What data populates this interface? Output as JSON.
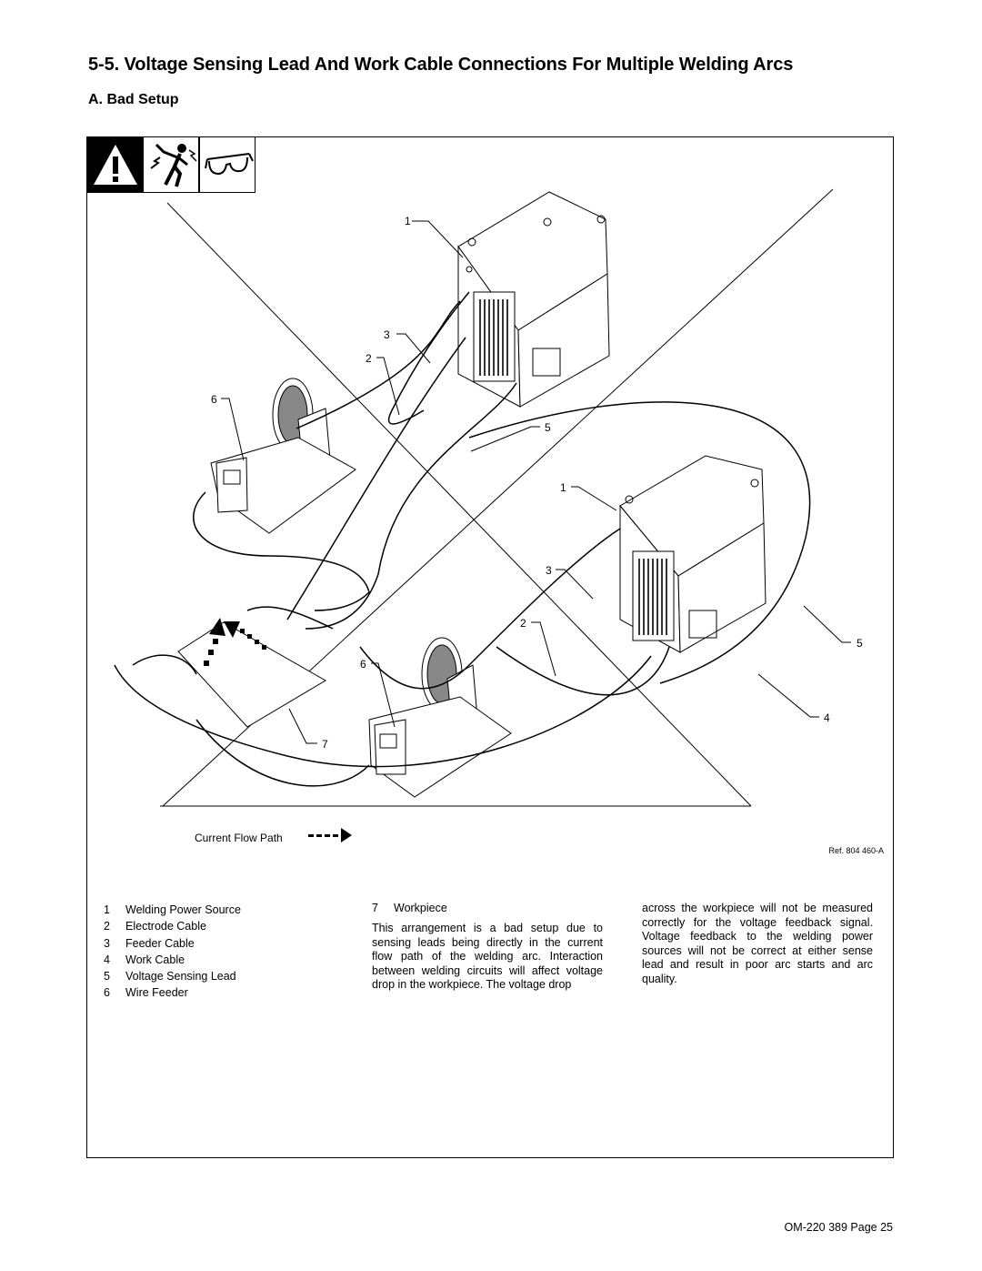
{
  "header": {
    "section_title": "5-5.   Voltage Sensing Lead And Work Cable Connections For Multiple Welding Arcs",
    "subsection_title": "A.  Bad Setup"
  },
  "hazard_icons": [
    "warning-icon",
    "electric-shock-icon",
    "safety-glasses-icon"
  ],
  "diagram": {
    "callouts": [
      "1",
      "3",
      "2",
      "6",
      "5",
      "1",
      "3",
      "2",
      "5",
      "4",
      "6",
      "7"
    ],
    "current_flow_label": "Current Flow Path",
    "reference": "Ref. 804 460-A"
  },
  "legend": [
    {
      "num": "1",
      "label": "Welding Power Source"
    },
    {
      "num": "2",
      "label": "Electrode Cable"
    },
    {
      "num": "3",
      "label": "Feeder Cable"
    },
    {
      "num": "4",
      "label": "Work Cable"
    },
    {
      "num": "5",
      "label": "Voltage Sensing Lead"
    },
    {
      "num": "6",
      "label": "Wire Feeder"
    }
  ],
  "workpiece": {
    "num": "7",
    "label": "Workpiece"
  },
  "description_col1": "This arrangement is a bad setup due to sensing leads being directly in the current flow path of the welding arc. Interaction between welding circuits will affect voltage drop in the workpiece. The voltage drop",
  "description_col2": "across the workpiece will not be measured correctly for the voltage feedback signal. Voltage feedback to the welding power sources will not be correct at either sense lead and result in poor arc starts and arc quality.",
  "footer": {
    "page_label": "OM-220 389 Page 25"
  }
}
